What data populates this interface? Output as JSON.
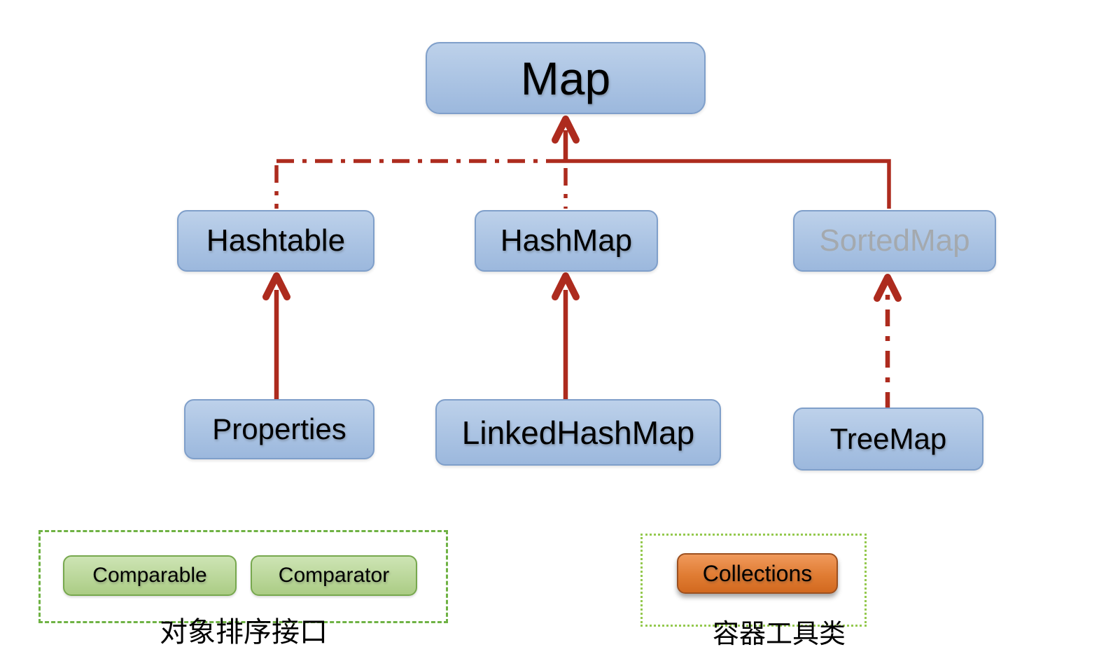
{
  "diagram": {
    "title_semantic": "Java Map hierarchy diagram",
    "colors": {
      "background": "#ffffff",
      "arrow_red": "#ad2b1e",
      "blue_fill_top": "#bdd1ea",
      "blue_fill_bottom": "#9cb8dd",
      "blue_border": "#7f9fca",
      "green_fill_top": "#cde4b4",
      "green_fill_bottom": "#abcc84",
      "green_border": "#77a84e",
      "dashed_group_border": "#6fb244",
      "dotted_group_border": "#94c94e",
      "orange_fill_top": "#f09a5c",
      "orange_fill_bottom": "#d2691f",
      "muted_text": "#a4a9ae",
      "text": "#000000"
    },
    "nodes": {
      "map": {
        "label": "Map"
      },
      "hashtable": {
        "label": "Hashtable"
      },
      "hashmap": {
        "label": "HashMap"
      },
      "sortedmap": {
        "label": "SortedMap"
      },
      "properties": {
        "label": "Properties"
      },
      "linkedhashmap": {
        "label": "LinkedHashMap"
      },
      "treemap": {
        "label": "TreeMap"
      }
    },
    "edges": [
      {
        "from": "Hashtable",
        "to": "Map",
        "style": "dash-dot"
      },
      {
        "from": "HashMap",
        "to": "Map",
        "style": "dash-dot"
      },
      {
        "from": "SortedMap",
        "to": "Map",
        "style": "solid"
      },
      {
        "from": "Properties",
        "to": "Hashtable",
        "style": "solid"
      },
      {
        "from": "LinkedHashMap",
        "to": "HashMap",
        "style": "solid"
      },
      {
        "from": "TreeMap",
        "to": "SortedMap",
        "style": "dash-dot"
      }
    ],
    "groups": {
      "sorting": {
        "caption": "对象排序接口",
        "items": [
          {
            "label": "Comparable"
          },
          {
            "label": "Comparator"
          }
        ]
      },
      "utility": {
        "caption": "容器工具类",
        "items": [
          {
            "label": "Collections"
          }
        ]
      }
    }
  }
}
